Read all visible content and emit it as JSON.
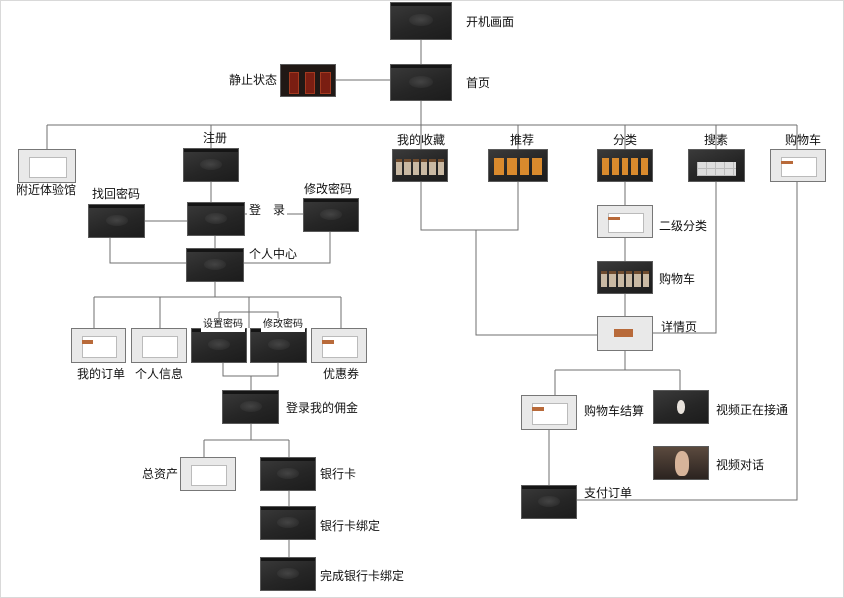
{
  "labels": {
    "splash": "开机画面",
    "idle": "静止状态",
    "home": "首页",
    "register": "注册",
    "nearby": "附近体验馆",
    "recover_pw": "找回密码",
    "login": "登　录",
    "change_pw_top": "修改密码",
    "personal_center": "个人中心",
    "favorites": "我的收藏",
    "recommend": "推荐",
    "category": "分类",
    "search": "搜素",
    "cart_top": "购物车",
    "subcategory": "二级分类",
    "cart_mid": "购物车",
    "detail": "详情页",
    "my_orders": "我的订单",
    "personal_info": "个人信息",
    "set_pw": "设置密码",
    "change_pw_sub": "修改密码",
    "coupon": "优惠券",
    "commission": "登录我的佣金",
    "total_assets": "总资产",
    "bank_card": "银行卡",
    "bind_card": "银行卡绑定",
    "bind_done": "完成银行卡绑定",
    "checkout": "购物车结算",
    "video_connecting": "视频正在接通",
    "video_chat": "视频对话",
    "pay_order": "支付订单"
  }
}
